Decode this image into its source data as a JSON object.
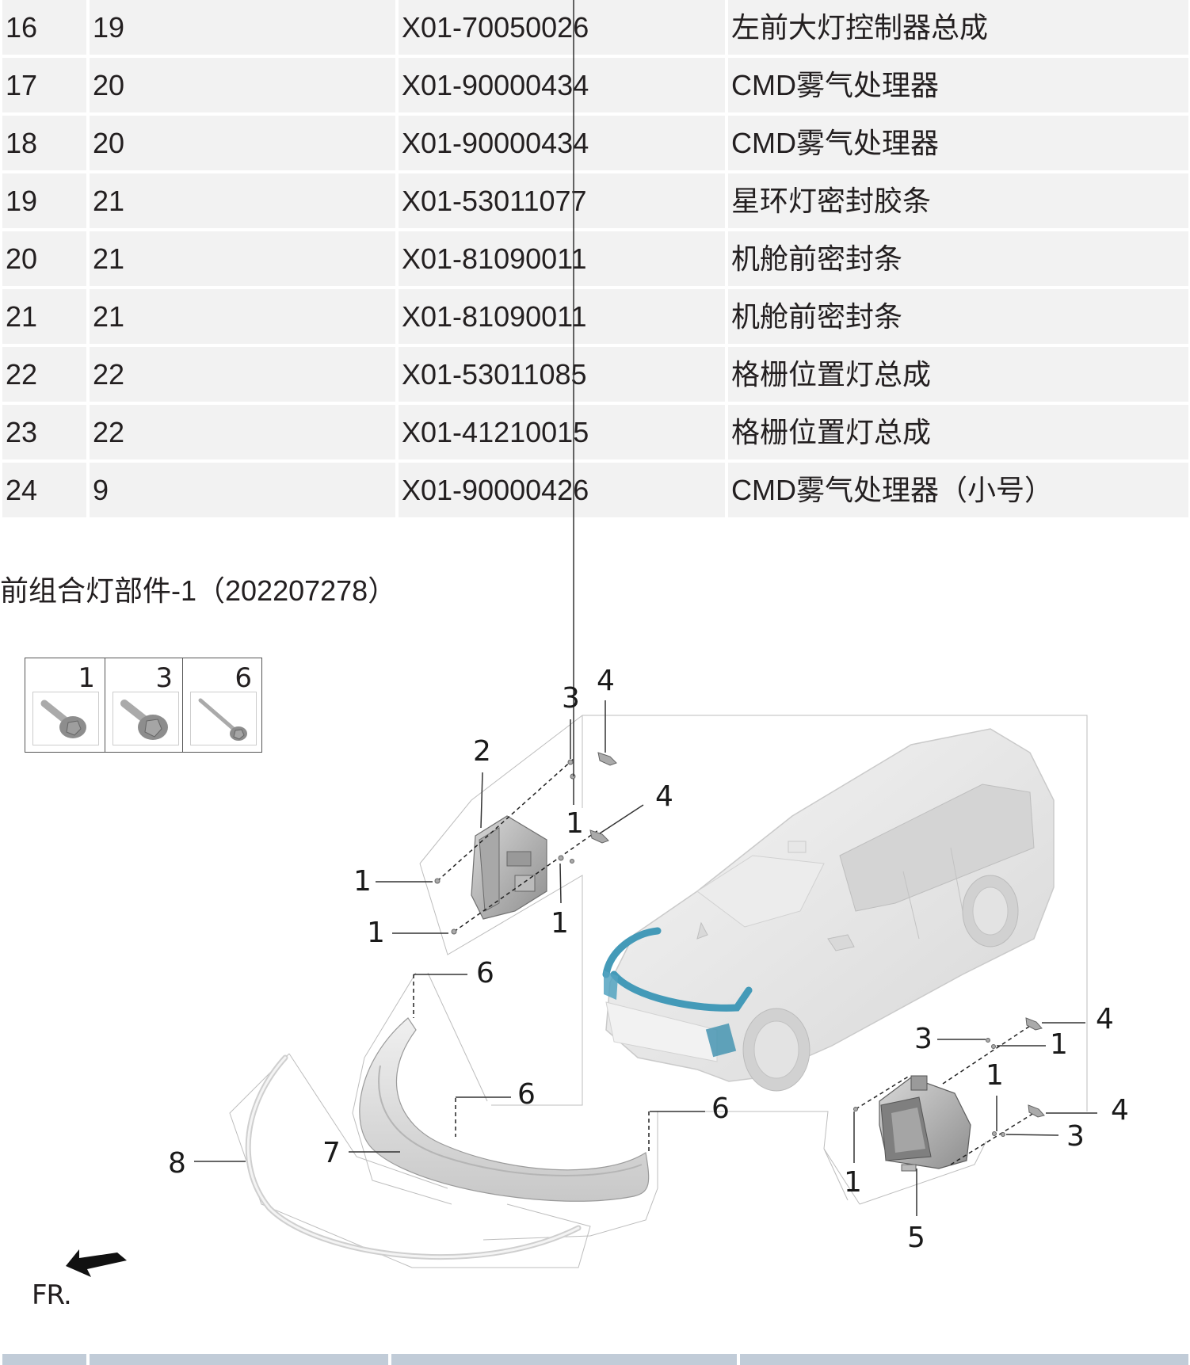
{
  "parts_table": {
    "rows": [
      {
        "index": "16",
        "ref": "19",
        "part_no": "X01-70050026",
        "name": "左前大灯控制器总成"
      },
      {
        "index": "17",
        "ref": "20",
        "part_no": "X01-90000434",
        "name": "CMD雾气处理器"
      },
      {
        "index": "18",
        "ref": "20",
        "part_no": "X01-90000434",
        "name": "CMD雾气处理器"
      },
      {
        "index": "19",
        "ref": "21",
        "part_no": "X01-53011077",
        "name": "星环灯密封胶条"
      },
      {
        "index": "20",
        "ref": "21",
        "part_no": "X01-81090011",
        "name": "机舱前密封条"
      },
      {
        "index": "21",
        "ref": "21",
        "part_no": "X01-81090011",
        "name": "机舱前密封条"
      },
      {
        "index": "22",
        "ref": "22",
        "part_no": "X01-53011085",
        "name": "格栅位置灯总成"
      },
      {
        "index": "23",
        "ref": "22",
        "part_no": "X01-41210015",
        "name": "格栅位置灯总成"
      },
      {
        "index": "24",
        "ref": "9",
        "part_no": "X01-90000426",
        "name": "CMD雾气处理器（小号）"
      }
    ]
  },
  "section": {
    "title": "前组合灯部件-1（202207278）"
  },
  "diagram": {
    "fasteners_legend": [
      {
        "number": "1",
        "icon": "flange-bolt-icon"
      },
      {
        "number": "3",
        "icon": "flange-bolt-large-icon"
      },
      {
        "number": "6",
        "icon": "long-screw-icon"
      }
    ],
    "callouts": [
      {
        "id": "c-3-top",
        "label": "3"
      },
      {
        "id": "c-4-top",
        "label": "4"
      },
      {
        "id": "c-2",
        "label": "2"
      },
      {
        "id": "c-4-mid",
        "label": "4"
      },
      {
        "id": "c-1-mid",
        "label": "1"
      },
      {
        "id": "c-1-left-upper",
        "label": "1"
      },
      {
        "id": "c-1-left-lower",
        "label": "1"
      },
      {
        "id": "c-1-bottom",
        "label": "1"
      },
      {
        "id": "c-6-upper",
        "label": "6"
      },
      {
        "id": "c-6-middle",
        "label": "6"
      },
      {
        "id": "c-6-right",
        "label": "6"
      },
      {
        "id": "c-7",
        "label": "7"
      },
      {
        "id": "c-8",
        "label": "8"
      },
      {
        "id": "c-4-fog-upper",
        "label": "4"
      },
      {
        "id": "c-3-fog-upper",
        "label": "3"
      },
      {
        "id": "c-1-fog-upper",
        "label": "1"
      },
      {
        "id": "c-1-fog-mid",
        "label": "1"
      },
      {
        "id": "c-4-fog-lower",
        "label": "4"
      },
      {
        "id": "c-3-fog-lower",
        "label": "3"
      },
      {
        "id": "c-1-fog-left",
        "label": "1"
      },
      {
        "id": "c-5",
        "label": "5"
      }
    ],
    "direction_label": "FR.",
    "accent_color": "#3a95b5"
  },
  "next_table": {
    "header_color": "#c1ccd8"
  }
}
